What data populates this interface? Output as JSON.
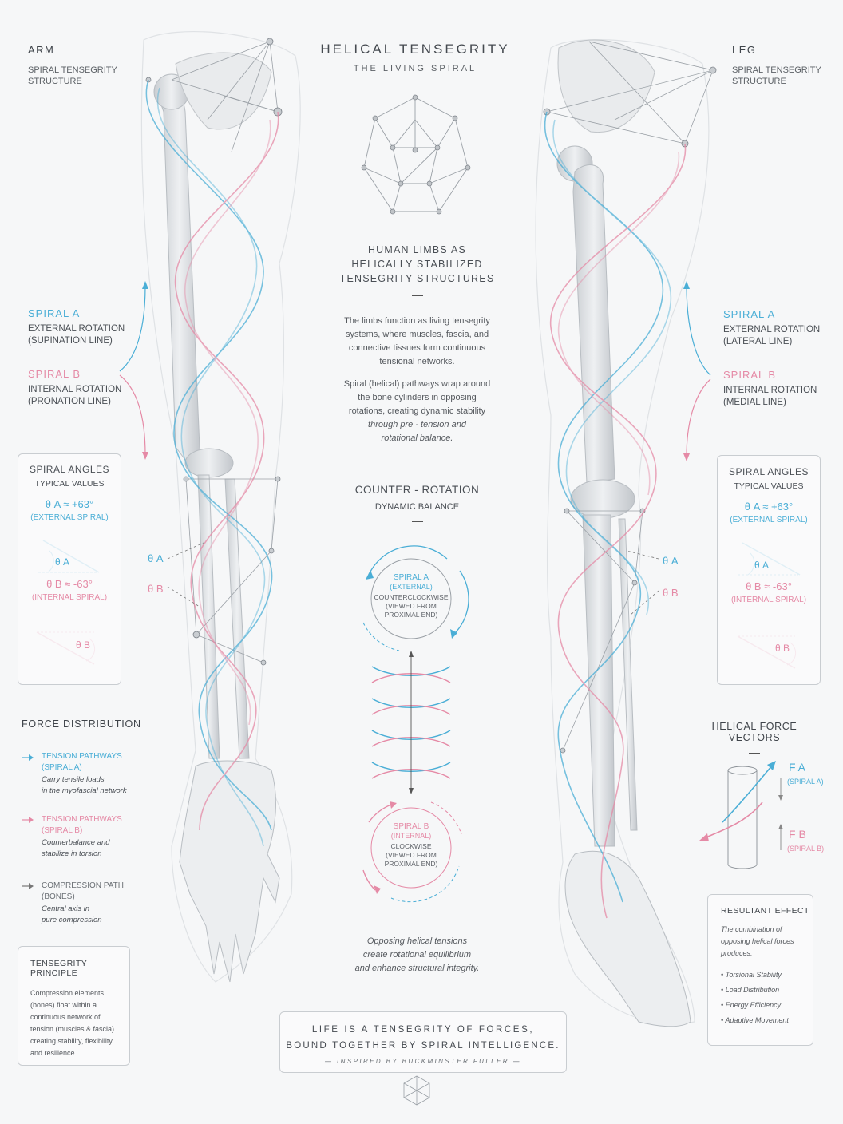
{
  "title": "HELICAL TENSEGRITY",
  "subtitle": "THE LIVING SPIRAL",
  "colors": {
    "spiral_a": "#4aaed6",
    "spiral_b": "#e58aa6",
    "bone": "#d9dcdf",
    "text": "#4a4f55"
  },
  "arm": {
    "heading": "ARM",
    "sub1": "SPIRAL TENSEGRITY",
    "sub2": "STRUCTURE",
    "spiral_a_title": "SPIRAL A",
    "spiral_a_line1": "EXTERNAL ROTATION",
    "spiral_a_line2": "(SUPINATION LINE)",
    "spiral_b_title": "SPIRAL B",
    "spiral_b_line1": "INTERNAL ROTATION",
    "spiral_b_line2": "(PRONATION LINE)",
    "theta_a": "θ A",
    "theta_b": "θ B"
  },
  "leg": {
    "heading": "LEG",
    "sub1": "SPIRAL TENSEGRITY",
    "sub2": "STRUCTURE",
    "spiral_a_title": "SPIRAL A",
    "spiral_a_line1": "EXTERNAL ROTATION",
    "spiral_a_line2": "(LATERAL LINE)",
    "spiral_b_title": "SPIRAL B",
    "spiral_b_line1": "INTERNAL ROTATION",
    "spiral_b_line2": "(MEDIAL LINE)",
    "theta_a": "θ A",
    "theta_b": "θ B"
  },
  "angles_box": {
    "title": "SPIRAL ANGLES",
    "subtitle": "TYPICAL VALUES",
    "a_value": "θ A ≈ +63°",
    "a_label": "(EXTERNAL SPIRAL)",
    "a_small": "θ A",
    "b_value": "θ B ≈ -63°",
    "b_label": "(INTERNAL SPIRAL)",
    "b_small": "θ B"
  },
  "center": {
    "heading1": "HUMAN LIMBS AS",
    "heading2": "HELICALLY STABILIZED",
    "heading3": "TENSEGRITY STRUCTURES",
    "para1_l1": "The limbs function as living tensegrity",
    "para1_l2": "systems, where muscles, fascia, and",
    "para1_l3": "connective tissues form continuous",
    "para1_l4": "tensional networks.",
    "para2_l1": "Spiral (helical) pathways wrap around",
    "para2_l2": "the bone cylinders in opposing",
    "para2_l3": "rotations, creating dynamic stability",
    "para2_l4": "through pre - tension and",
    "para2_l5": "rotational balance.",
    "counter_title": "COUNTER - ROTATION",
    "counter_sub": "DYNAMIC BALANCE",
    "spiral_a_circle": [
      "SPIRAL A",
      "(EXTERNAL)",
      "COUNTERCLOCKWISE",
      "(VIEWED FROM",
      "PROXIMAL END)"
    ],
    "spiral_b_circle": [
      "SPIRAL B",
      "(INTERNAL)",
      "CLOCKWISE",
      "(VIEWED FROM",
      "PROXIMAL END)"
    ],
    "opposing_l1": "Opposing helical tensions",
    "opposing_l2": "create rotational equilibrium",
    "opposing_l3": "and enhance structural integrity."
  },
  "force_distribution": {
    "title": "FORCE DISTRIBUTION",
    "items": [
      {
        "label": "TENSION PATHWAYS",
        "sub": "(SPIRAL A)",
        "desc1": "Carry tensile loads",
        "desc2": "in the myofascial network"
      },
      {
        "label": "TENSION PATHWAYS",
        "sub": "(SPIRAL B)",
        "desc1": "Counterbalance and",
        "desc2": "stabilize in torsion"
      },
      {
        "label": "COMPRESSION PATH",
        "sub": "(BONES)",
        "desc1": "Central axis in",
        "desc2": "pure compression"
      }
    ]
  },
  "tensegrity_principle": {
    "title": "TENSEGRITY PRINCIPLE",
    "lines": [
      "Compression elements",
      "(bones) float within a",
      "continuous network of",
      "tension (muscles & fascia)",
      "creating stability, flexibility,",
      "and resilience."
    ]
  },
  "helical_force_vectors": {
    "title": "HELICAL FORCE VECTORS",
    "fa": "F A",
    "fa_sub": "(SPIRAL A)",
    "fb": "F B",
    "fb_sub": "(SPIRAL B)"
  },
  "resultant_effect": {
    "title": "RESULTANT EFFECT",
    "intro1": "The combination of",
    "intro2": "opposing helical forces",
    "intro3": "produces:",
    "bullets": [
      "• Torsional Stability",
      "• Load Distribution",
      "• Energy Efficiency",
      "• Adaptive Movement"
    ]
  },
  "quote": {
    "line1": "LIFE IS A TENSEGRITY OF FORCES,",
    "line2": "BOUND TOGETHER BY SPIRAL INTELLIGENCE.",
    "credit": "— INSPIRED BY BUCKMINSTER FULLER —"
  }
}
